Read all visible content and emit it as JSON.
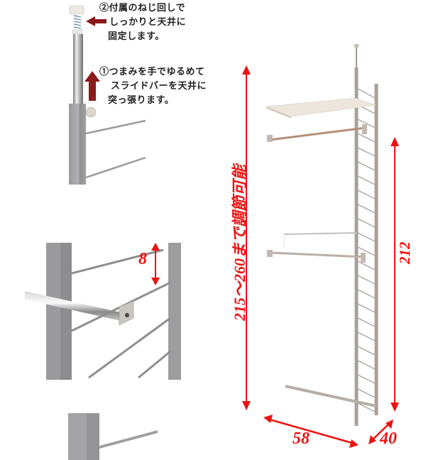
{
  "callouts": {
    "step2": {
      "lines": [
        "②付属のねじ回しで",
        "しっかりと天井に",
        "固定します。"
      ]
    },
    "step1": {
      "lines": [
        "①つまみを手でゆるめて",
        "スライドバーを天井に",
        "突っ張ります。"
      ]
    }
  },
  "dimensions": {
    "adjustable_height": "215〜260まで調節可能",
    "frame_height": "212",
    "width": "58",
    "depth": "40",
    "rung_spacing": "8"
  },
  "colors": {
    "dimension_red": "#ee1111",
    "arrow_maroon": "#8b1a1a",
    "frame_gray": "#a3a3a5",
    "chrome": "#c8c8c8"
  }
}
